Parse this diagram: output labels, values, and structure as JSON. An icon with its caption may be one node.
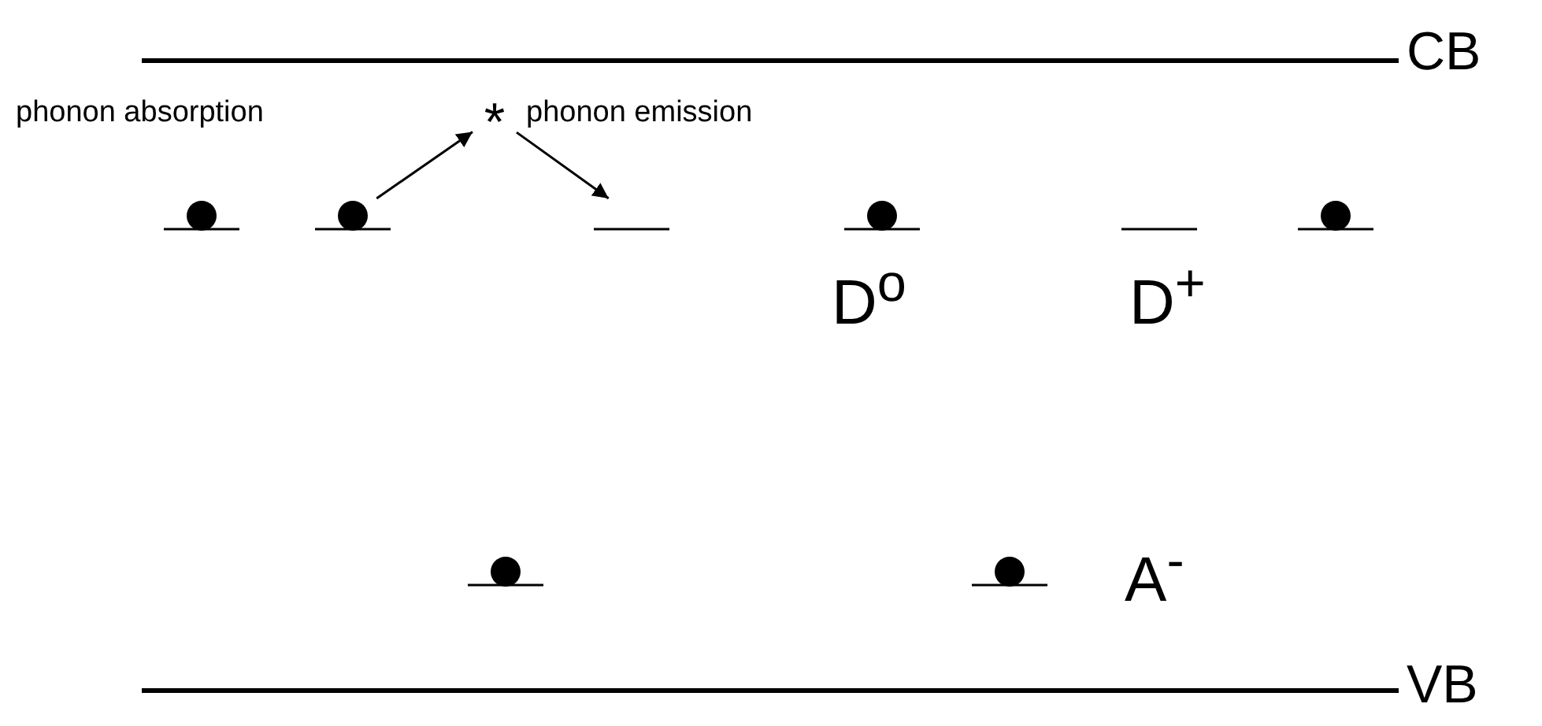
{
  "diagram": {
    "nodes": [
      {
        "text": [],
        "shape": "bar",
        "beside": [
          "CB"
        ]
      },
      {
        "text": [
          "*"
        ]
      },
      {
        "text": [],
        "shape": "circle"
      },
      {
        "text": [],
        "shape": "circle"
      },
      {
        "text": [],
        "shape": "bar"
      },
      {
        "text": [],
        "shape": "circle",
        "beside": [
          "D$^{o}$"
        ]
      },
      {
        "text": [],
        "shape": "bar",
        "beside": [
          "D$^{+}$"
        ]
      },
      {
        "text": [],
        "shape": "circle"
      },
      {
        "text": [],
        "shape": "circle"
      },
      {
        "text": [],
        "shape": "circle",
        "beside": [
          "A$^{-}$"
        ]
      },
      {
        "text": [],
        "shape": "bar",
        "beside": [
          "VB"
        ]
      }
    ],
    "edges": [
      {
        "from": 3,
        "to": 1,
        "arrow": "to",
        "label": "phonon absorption"
      },
      {
        "from": 1,
        "to": 4,
        "arrow": "to",
        "label": "phonon emission"
      }
    ]
  }
}
